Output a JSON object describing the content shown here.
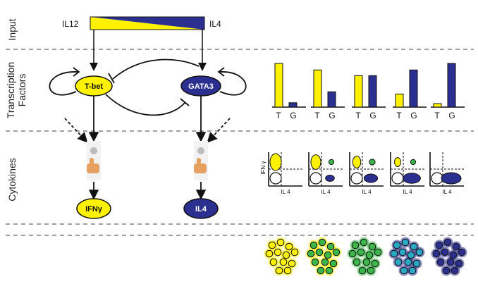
{
  "colors": {
    "th1": "#fff200",
    "th2": "#2b2f8f",
    "mid_green": "#3cb54a",
    "mid_teal": "#29a9c4",
    "dash": "#444444"
  },
  "sections": {
    "input": "Input",
    "tf_line1": "Transcription",
    "tf_line2": "Factors",
    "cytokines": "Cytokines"
  },
  "input": {
    "left_label": "IL12",
    "right_label": "IL4"
  },
  "nodes": {
    "tbet": "T-bet",
    "gata3": "GATA3",
    "ifng": "IFNγ",
    "il4": "IL4"
  },
  "bar_panels": [
    {
      "T": 1.0,
      "G": 0.1,
      "t_label": "T",
      "g_label": "G"
    },
    {
      "T": 0.85,
      "G": 0.35,
      "t_label": "T",
      "g_label": "G"
    },
    {
      "T": 0.72,
      "G": 0.72,
      "t_label": "T",
      "g_label": "G"
    },
    {
      "T": 0.3,
      "G": 0.85,
      "t_label": "T",
      "g_label": "G"
    },
    {
      "T": 0.08,
      "G": 1.0,
      "t_label": "T",
      "g_label": "G"
    }
  ],
  "flow_panels": [
    {
      "ylabel": "IFN γ",
      "xlabel": "IL 4",
      "yellow": 1.0,
      "blue": 0.0
    },
    {
      "ylabel": "",
      "xlabel": "IL 4",
      "yellow": 0.8,
      "blue": 0.3
    },
    {
      "ylabel": "",
      "xlabel": "IL 4",
      "yellow": 0.55,
      "blue": 0.6
    },
    {
      "ylabel": "",
      "xlabel": "IL 4",
      "yellow": 0.3,
      "blue": 0.85
    },
    {
      "ylabel": "",
      "xlabel": "IL 4",
      "yellow": 0.0,
      "blue": 1.0
    }
  ],
  "cell_clusters": [
    {
      "fill": "#fff200",
      "ring": "#fff200"
    },
    {
      "fill": "#3cb54a",
      "ring": "#fff200"
    },
    {
      "fill": "#3cb54a",
      "ring": "#3cb54a"
    },
    {
      "fill": "#29a9c4",
      "ring": "#2b2f8f"
    },
    {
      "fill": "#2b2f8f",
      "ring": "#2b2f8f"
    }
  ]
}
